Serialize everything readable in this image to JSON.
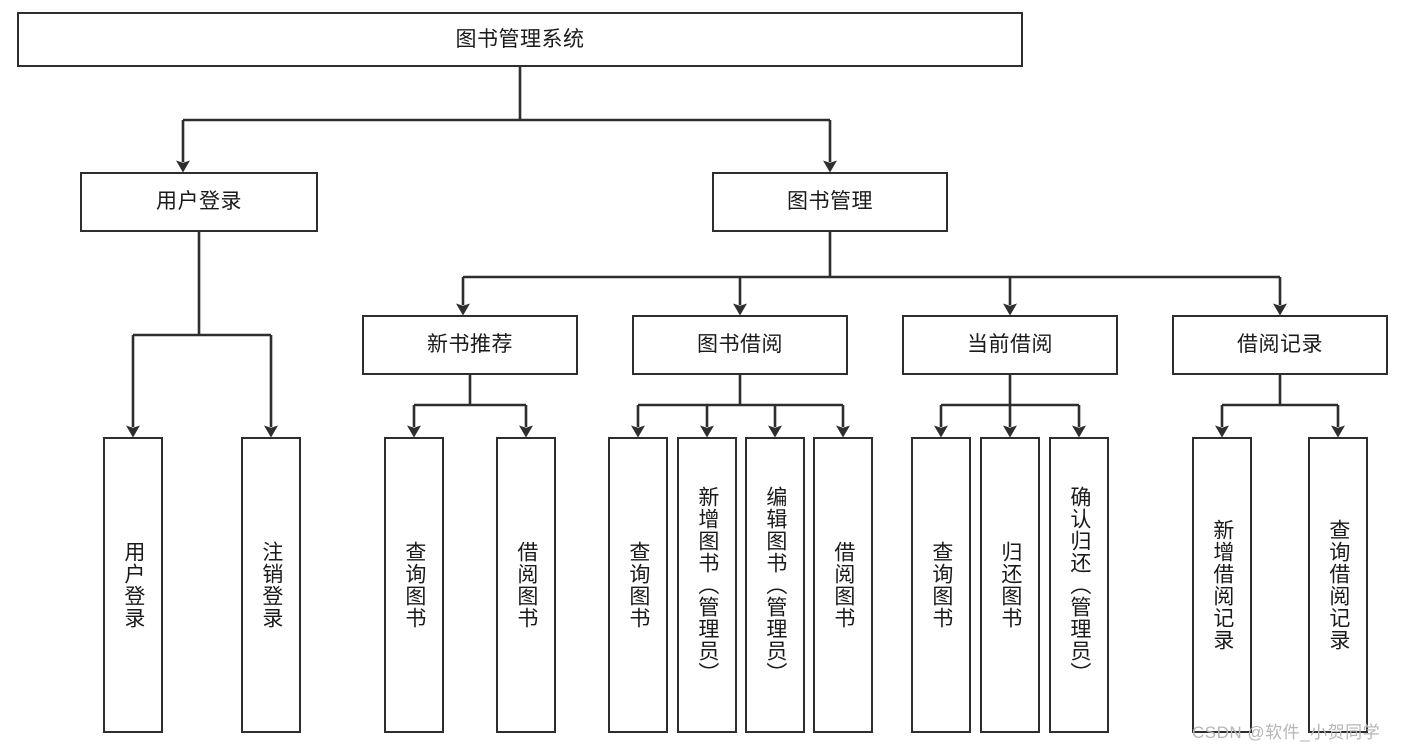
{
  "diagram": {
    "type": "tree-hierarchy",
    "title": "图书管理系统",
    "watermark": "CSDN @软件_小贺同学",
    "colors": {
      "box_border": "#2e2e2e",
      "box_fill": "#ffffff",
      "connector": "#2e2e2e",
      "text": "#1a1a1a",
      "watermark": "#b6b6b6",
      "background": "#ffffff"
    },
    "levels": {
      "root": {
        "label": "图书管理系统"
      },
      "level2": [
        {
          "label": "用户登录"
        },
        {
          "label": "图书管理"
        }
      ],
      "level3": [
        {
          "label": "新书推荐"
        },
        {
          "label": "图书借阅"
        },
        {
          "label": "当前借阅"
        },
        {
          "label": "借阅记录"
        }
      ],
      "leaves": {
        "user_login": [
          {
            "label": "用户登录"
          },
          {
            "label": "注销登录"
          }
        ],
        "new_book_recommend": [
          {
            "label": "查询图书"
          },
          {
            "label": "借阅图书"
          }
        ],
        "book_borrow": [
          {
            "label": "查询图书"
          },
          {
            "label": "新增图书（管理员）"
          },
          {
            "label": "编辑图书（管理员）"
          },
          {
            "label": "借阅图书"
          }
        ],
        "current_borrow": [
          {
            "label": "查询图书"
          },
          {
            "label": "归还图书"
          },
          {
            "label": "确认归还（管理员）"
          }
        ],
        "borrow_record": [
          {
            "label": "新增借阅记录"
          },
          {
            "label": "查询借阅记录"
          }
        ]
      }
    }
  }
}
